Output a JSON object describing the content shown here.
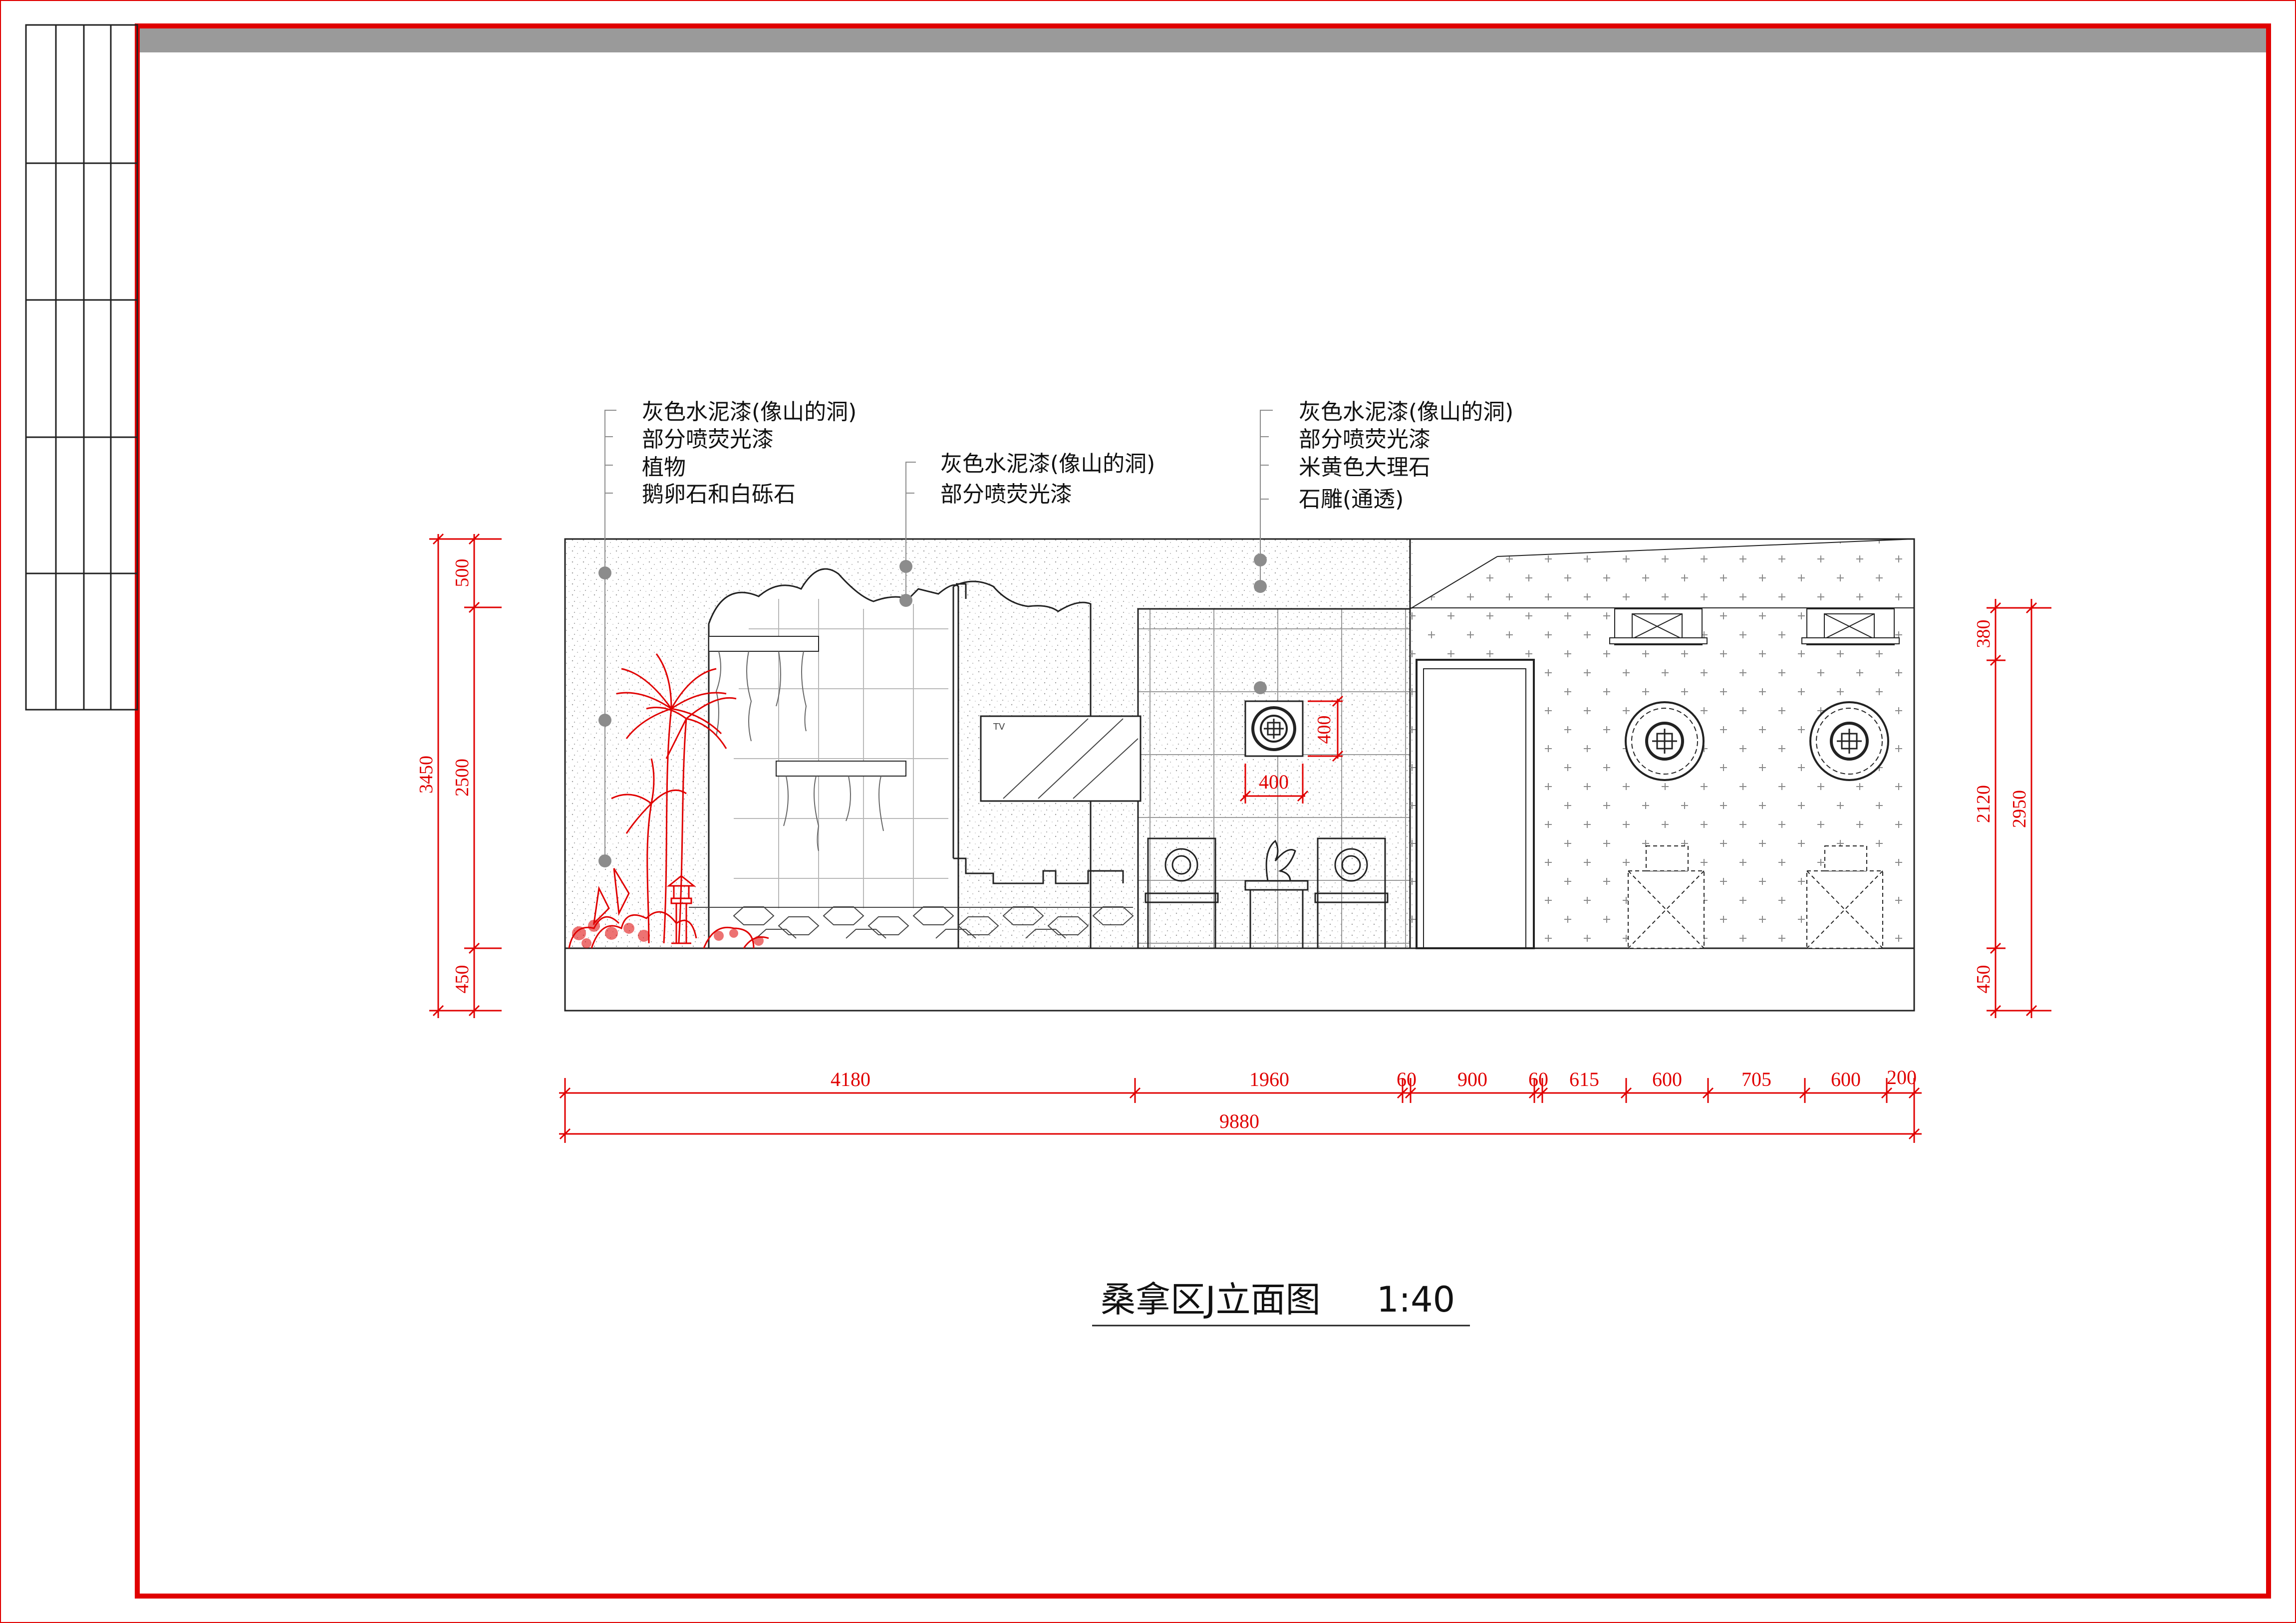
{
  "drawing": {
    "title": "桑拿区J立面图",
    "scale": "1:40"
  },
  "annotations": {
    "left": [
      "灰色水泥漆(像山的洞)",
      "部分喷荧光漆",
      "植物",
      "鹅卵石和白砾石"
    ],
    "middle": [
      "灰色水泥漆(像山的洞)",
      "部分喷荧光漆"
    ],
    "right": [
      "灰色水泥漆(像山的洞)",
      "部分喷荧光漆",
      "米黄色大理石",
      "石雕(通透)"
    ]
  },
  "dimensions": {
    "horizontal": [
      "4180",
      "1960",
      "60",
      "900",
      "60",
      "615",
      "600",
      "705",
      "600",
      "200"
    ],
    "total": "9880",
    "left_total": "3450",
    "left_parts": [
      "500",
      "2500",
      "450"
    ],
    "right_total": "2950",
    "right_parts": [
      "380",
      "2120",
      "450"
    ],
    "panel_width": "400",
    "panel_height": "400"
  },
  "labels": {
    "tv": "TV"
  },
  "colors": {
    "frame": "#e00000",
    "dimension": "#e00000",
    "plants": "#e00000",
    "lines": "#222222",
    "leader_dots": "#8c8c8c",
    "top_band": "#9a9a9a"
  }
}
